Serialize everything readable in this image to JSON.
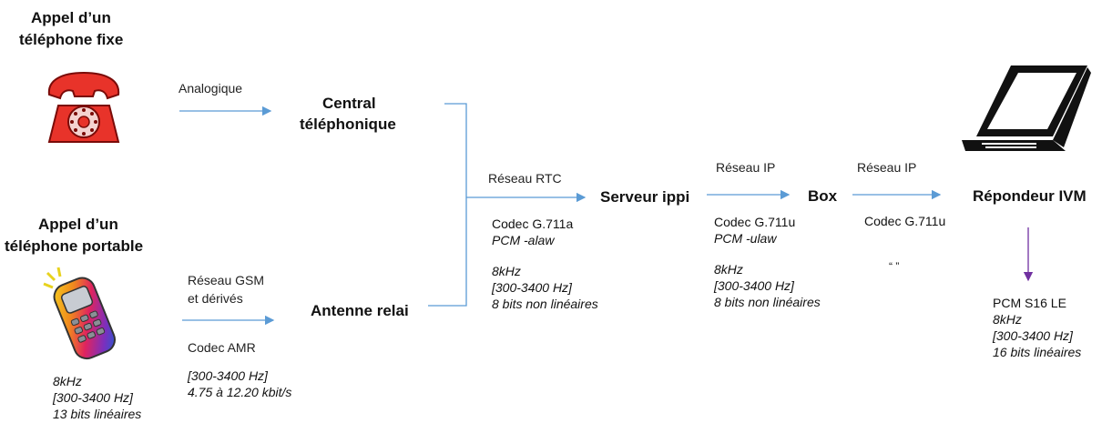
{
  "sources": {
    "fixed": {
      "title_l1": "Appel d’un",
      "title_l2": "téléphone fixe"
    },
    "mobile": {
      "title_l1": "Appel d’un",
      "title_l2": "téléphone portable",
      "spec_l1": "8kHz",
      "spec_l2": "[300-3400 Hz]",
      "spec_l3": "13 bits linéaires"
    }
  },
  "links": {
    "analog": "Analogique",
    "gsm_l1": "Réseau GSM",
    "gsm_l2": "et dérivés",
    "amr_codec": "Codec AMR",
    "amr_l1": "[300-3400 Hz]",
    "amr_l2": "4.75 à 12.20 kbit/s",
    "rtc": "Réseau RTC",
    "ip1": "Réseau IP",
    "ip2": "Réseau IP"
  },
  "nodes": {
    "central_l1": "Central",
    "central_l2": "téléphonique",
    "antenna": "Antenne relai",
    "server": "Serveur ippi",
    "box": "Box",
    "responder": "Répondeur IVM"
  },
  "codecs": {
    "g711a": {
      "codec": "Codec G.711a",
      "pcm": "PCM -alaw",
      "l1": "8kHz",
      "l2": "[300-3400 Hz]",
      "l3": "8 bits non linéaires"
    },
    "g711u": {
      "codec": "Codec G.711u",
      "pcm": "PCM -ulaw",
      "l1": "8kHz",
      "l2": "[300-3400 Hz]",
      "l3": "8 bits non linéaires"
    },
    "g711u_box": {
      "codec": "Codec G.711u",
      "ditto": "“    ”"
    },
    "pcm16": {
      "codec": "PCM S16 LE",
      "l1": "8kHz",
      "l2": "[300-3400 Hz]",
      "l3": "16 bits linéaires"
    }
  },
  "colors": {
    "arrow": "#5b9bd5",
    "final_arrow": "#7030a0",
    "phone_red": "#e8332a"
  }
}
